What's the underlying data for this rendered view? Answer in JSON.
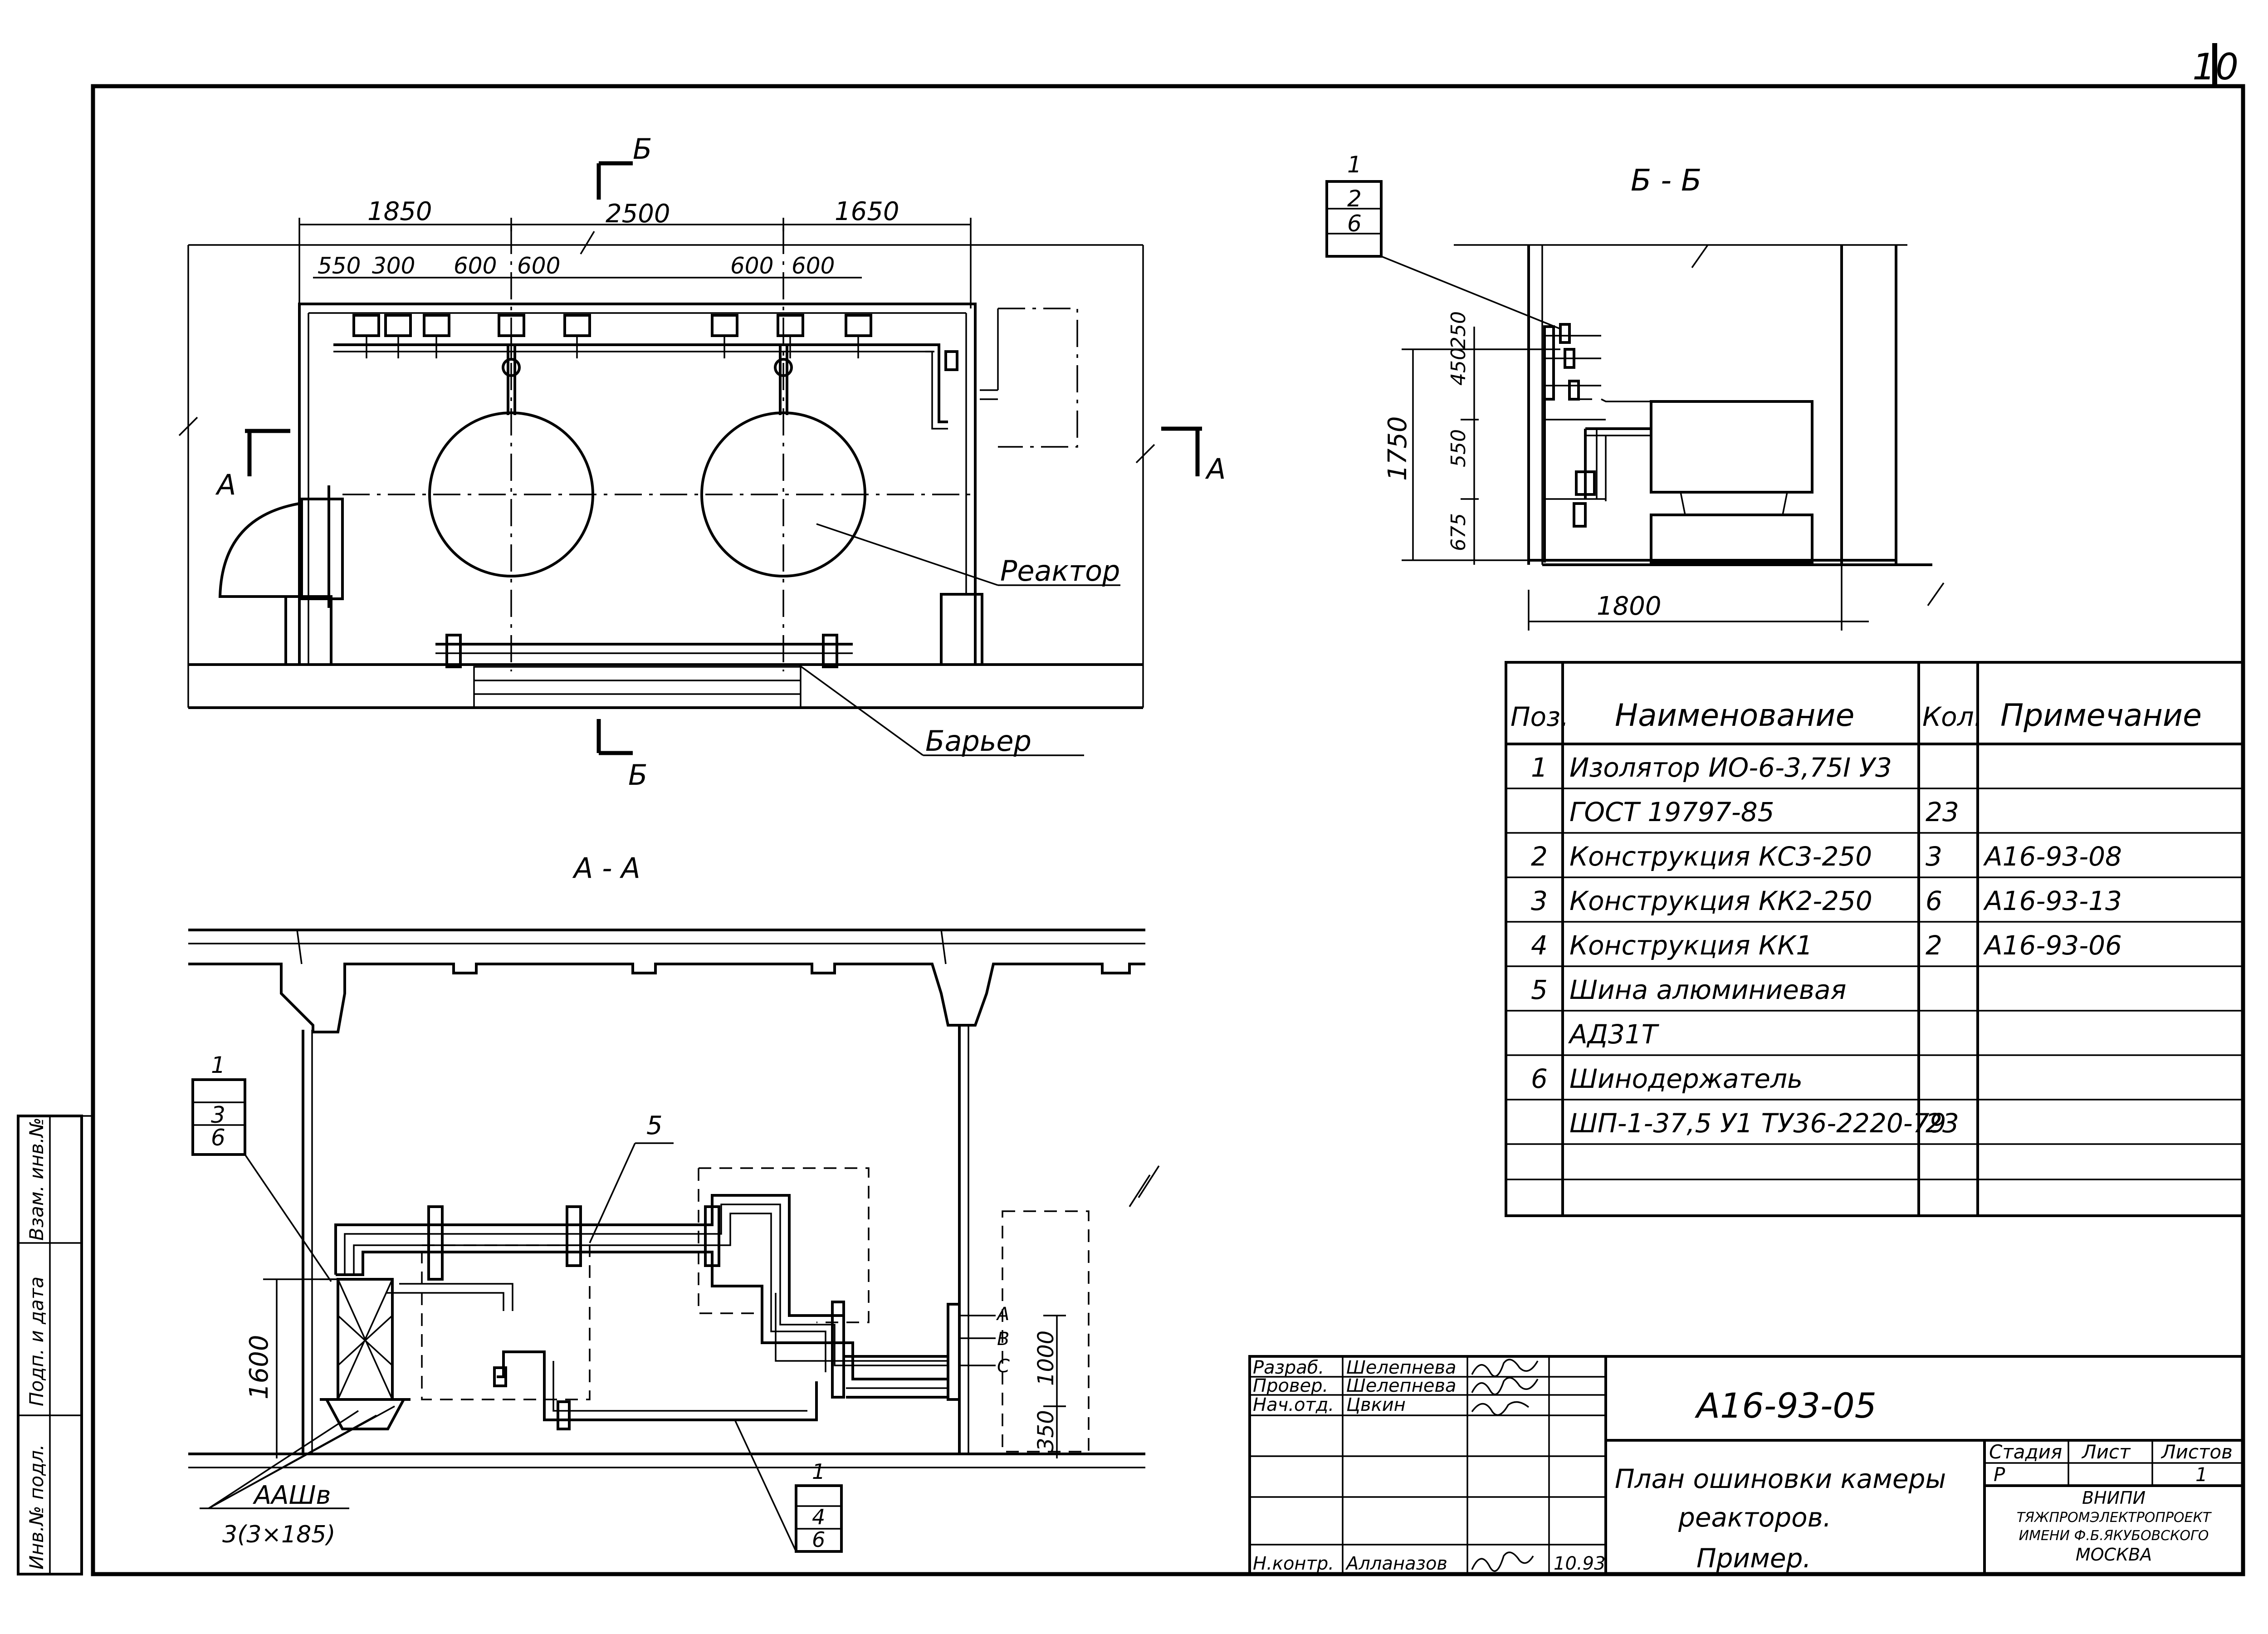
{
  "sheet": {
    "number": "10"
  },
  "views": {
    "plan": {
      "section_mark": "Б",
      "view_mark": "А",
      "dims_top": [
        "1850",
        "2500",
        "1650"
      ],
      "dims_sub": [
        "550",
        "300",
        "600",
        "600",
        "600",
        "600"
      ],
      "label_reactor": "Реактор",
      "label_barrier": "Барьер"
    },
    "section_bb": {
      "title": "Б - Б",
      "callout": [
        "1",
        "2",
        "6"
      ],
      "dims_vertical": [
        "1750",
        "450",
        "250",
        "550",
        "675"
      ],
      "dim_horizontal": "1800"
    },
    "section_aa": {
      "title": "А - А",
      "callout_left": [
        "1",
        "3",
        "6"
      ],
      "callout_bottom": [
        "1",
        "4",
        "6"
      ],
      "label_bus": "5",
      "dims_vertical": [
        "1600",
        "1000",
        "350"
      ],
      "phases": [
        "А",
        "В",
        "С"
      ],
      "cable_mark": "ААШв",
      "cable_size": "3(3×185)"
    }
  },
  "spec_table": {
    "headers": [
      "Поз.",
      "Наименование",
      "Кол.",
      "Примечание"
    ],
    "rows": [
      {
        "pos": "1",
        "name": "Изолятор ИО-6-3,75I У3",
        "qty": "",
        "note": ""
      },
      {
        "pos": "",
        "name": "ГОСТ 19797-85",
        "qty": "23",
        "note": ""
      },
      {
        "pos": "2",
        "name": "Конструкция КС3-250",
        "qty": "3",
        "note": "А16-93-08"
      },
      {
        "pos": "3",
        "name": "Конструкция КК2-250",
        "qty": "6",
        "note": "А16-93-13"
      },
      {
        "pos": "4",
        "name": "Конструкция КК1",
        "qty": "2",
        "note": "А16-93-06"
      },
      {
        "pos": "5",
        "name": "Шина алюминиевая",
        "qty": "",
        "note": ""
      },
      {
        "pos": "",
        "name": "АД31Т",
        "qty": "",
        "note": ""
      },
      {
        "pos": "6",
        "name": "Шинодержатель",
        "qty": "",
        "note": ""
      },
      {
        "pos": "",
        "name": "ШП-1-37,5 У1 ТУ36-2220-79",
        "qty": "23",
        "note": ""
      },
      {
        "pos": "",
        "name": "",
        "qty": "",
        "note": ""
      },
      {
        "pos": "",
        "name": "",
        "qty": "",
        "note": ""
      }
    ]
  },
  "title_block": {
    "code": "А16-93-05",
    "roles": [
      {
        "role": "Разраб.",
        "name": "Шелепнева"
      },
      {
        "role": "Провер.",
        "name": "Шелепнева"
      },
      {
        "role": "Нач.отд.",
        "name": "Цвкин"
      },
      {
        "role": "",
        "name": ""
      },
      {
        "role": "",
        "name": ""
      },
      {
        "role": "Н.контр.",
        "name": "Алланазов",
        "date": "10.93"
      }
    ],
    "description": [
      "План ошиновки камеры",
      "реакторов.",
      "Пример."
    ],
    "stage_header": "Стадия",
    "sheet_header": "Лист",
    "sheets_header": "Листов",
    "stage": "Р",
    "sheets": "1",
    "org": [
      "ВНИПИ",
      "ТЯЖПРОМЭЛЕКТРОПРОЕКТ",
      "ИМЕНИ Ф.Б.ЯКУБОВСКОГО",
      "МОСКВА"
    ]
  },
  "side_stamp": [
    "Инв.№ подл.",
    "Подп. и дата",
    "Взам. инв.№"
  ]
}
